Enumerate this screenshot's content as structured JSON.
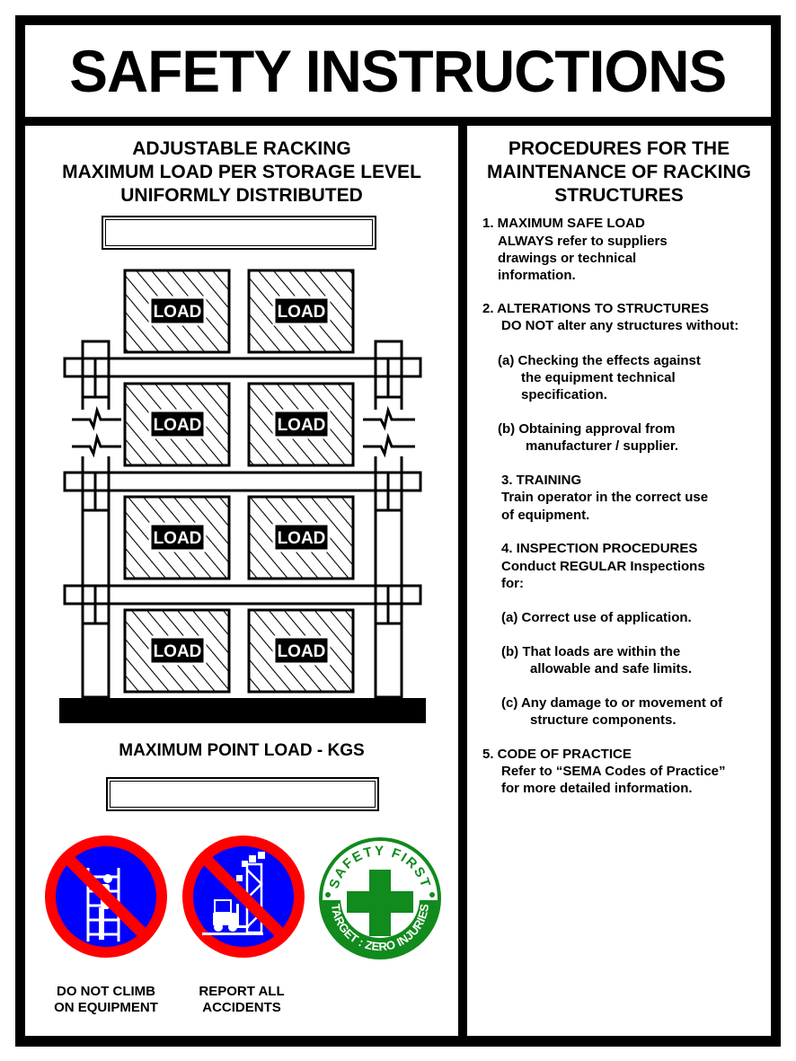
{
  "title": "SAFETY INSTRUCTIONS",
  "left": {
    "heading": [
      "ADJUSTABLE RACKING",
      "MAXIMUM LOAD PER STORAGE LEVEL",
      "UNIFORMLY DISTRIBUTED"
    ],
    "max_load_value": "",
    "rack": {
      "load_label": "LOAD"
    },
    "max_point_load_label": "MAXIMUM POINT LOAD - KGS",
    "max_point_load_value": "",
    "signs": [
      {
        "icon": "no-climbing-icon",
        "caption": [
          "DO NOT CLIMB",
          "ON EQUIPMENT"
        ]
      },
      {
        "icon": "no-forklift-collision-icon",
        "caption": [
          "REPORT ALL",
          "ACCIDENTS"
        ]
      },
      {
        "icon": "safety-first-badge",
        "top_text": "SAFETY FIRST",
        "bottom_text": "TARGET : ZERO INJURIES"
      }
    ]
  },
  "right": {
    "heading": [
      "PROCEDURES FOR THE",
      "MAINTENANCE OF RACKING",
      "STRUCTURES"
    ],
    "lines": [
      "1. MAXIMUM SAFE LOAD",
      "ALWAYS refer to suppliers",
      "drawings or technical",
      "information.",
      "2.  ALTERATIONS TO STRUCTURES",
      "DO NOT alter any structures without:",
      "(a) Checking the effects against",
      "the equipment technical",
      "specification.",
      "(b)  Obtaining approval from",
      "manufacturer / supplier.",
      "3.  TRAINING",
      "Train operator in the correct use",
      "of equipment.",
      "4.  INSPECTION PROCEDURES",
      "Conduct REGULAR Inspections",
      "for:",
      "(a)  Correct use of application.",
      "(b)  That loads are within the",
      "allowable and safe limits.",
      "(c)   Any damage to or movement of",
      "structure components.",
      "5.  CODE OF PRACTICE",
      "Refer to “SEMA Codes of Practice”",
      "for more detailed information."
    ]
  },
  "colors": {
    "red": "#ff0000",
    "blue": "#0000ff",
    "green": "#118a1e",
    "black": "#000000"
  }
}
